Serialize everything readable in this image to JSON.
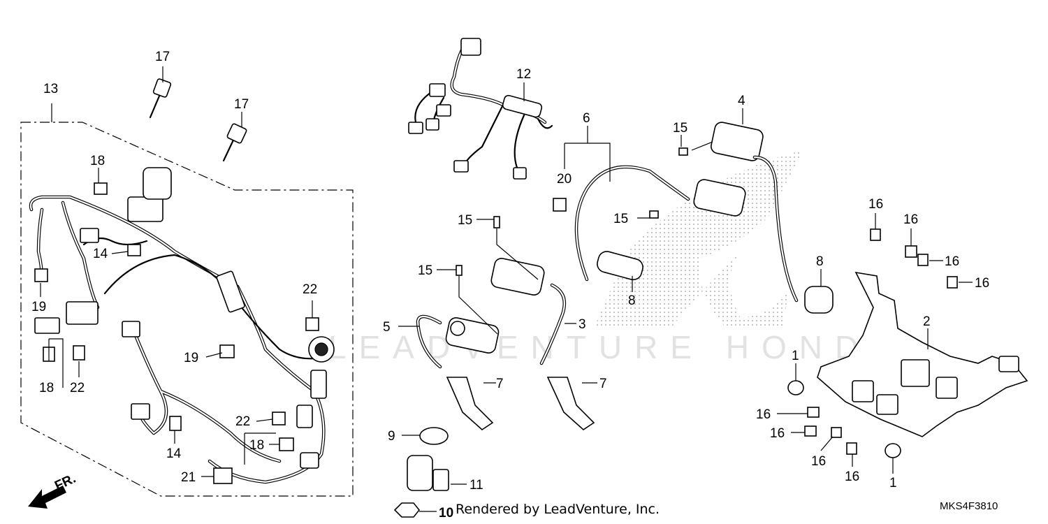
{
  "diagram": {
    "labels": {
      "l1a": "1",
      "l1b": "1",
      "l2": "2",
      "l3": "3",
      "l4": "4",
      "l5": "5",
      "l6": "6",
      "l7a": "7",
      "l7b": "7",
      "l8a": "8",
      "l8b": "8",
      "l9": "9",
      "l10": "10",
      "l11": "11",
      "l12": "12",
      "l13": "13",
      "l14a": "14",
      "l14b": "14",
      "l15a": "15",
      "l15b": "15",
      "l15c": "15",
      "l15d": "15",
      "l16a": "16",
      "l16b": "16",
      "l16c": "16",
      "l16d": "16",
      "l16e": "16",
      "l16f": "16",
      "l16g": "16",
      "l16h": "16",
      "l17a": "17",
      "l17b": "17",
      "l18a": "18",
      "l18b": "18",
      "l18c": "18",
      "l19a": "19",
      "l19b": "19",
      "l20": "20",
      "l21": "21",
      "l22a": "22",
      "l22b": "22",
      "l22c": "22"
    },
    "front_marker": "FR.",
    "credit": "Rendered by LeadVenture, Inc.",
    "drawing_code": "MKS4F3810",
    "watermark": "LEADVENTURE HONDA"
  }
}
